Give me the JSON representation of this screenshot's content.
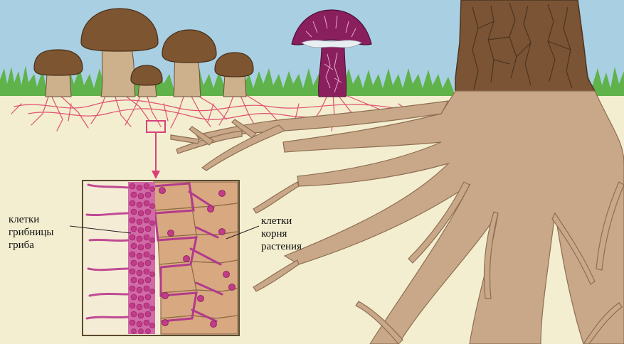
{
  "labels": {
    "fungus_cells": {
      "line1": "клетки",
      "line2": "грибницы",
      "line3": "гриба"
    },
    "root_cells": {
      "line1": "клетки",
      "line2": "корня",
      "line3": "растения"
    }
  },
  "colors": {
    "sky": "#a9cfe3",
    "grass": "#5fb34a",
    "soil": "#f3eed0",
    "mushroom_cap": "#7d5530",
    "mushroom_stem": "#cdb08c",
    "fly_agaric": "#8a1f5e",
    "mycelium": "#e0506f",
    "tree": "#7a5434",
    "roots": "#c8a888",
    "root_cell": "#d8a880",
    "fungal_hyphae": "#b23a8c",
    "fungal_cell_dot": "#c43b8a"
  }
}
